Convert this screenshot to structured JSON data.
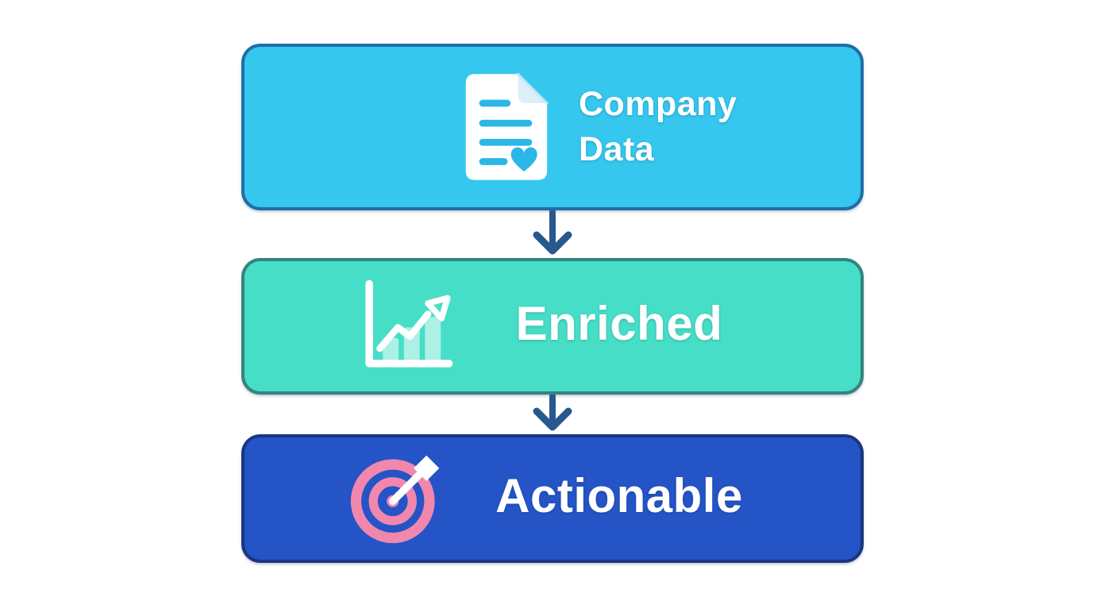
{
  "diagram": {
    "nodes": [
      {
        "id": "company-data",
        "label": "Company Data",
        "icon": "document-heart-icon",
        "fill": "#35C7EE",
        "border": "#1E6FA9"
      },
      {
        "id": "enriched",
        "label": "Enriched",
        "icon": "growth-chart-icon",
        "fill": "#47DEC7",
        "border": "#35847F"
      },
      {
        "id": "actionable",
        "label": "Actionable",
        "icon": "target-arrow-icon",
        "fill": "#2454C6",
        "border": "#1B3680"
      }
    ],
    "connectors": [
      {
        "from": "company-data",
        "to": "enriched",
        "type": "arrow-down",
        "color": "#27598E"
      },
      {
        "from": "enriched",
        "to": "actionable",
        "type": "arrow-down",
        "color": "#27598E"
      }
    ],
    "colors": {
      "background": "#FFFFFF",
      "label_text": "#FFFFFF",
      "document_accent": "#2BB7E8",
      "chart_bar_fill": "rgba(255,255,255,0.55)",
      "target_pink": "#F287AD",
      "arrow": "#27598E"
    }
  }
}
